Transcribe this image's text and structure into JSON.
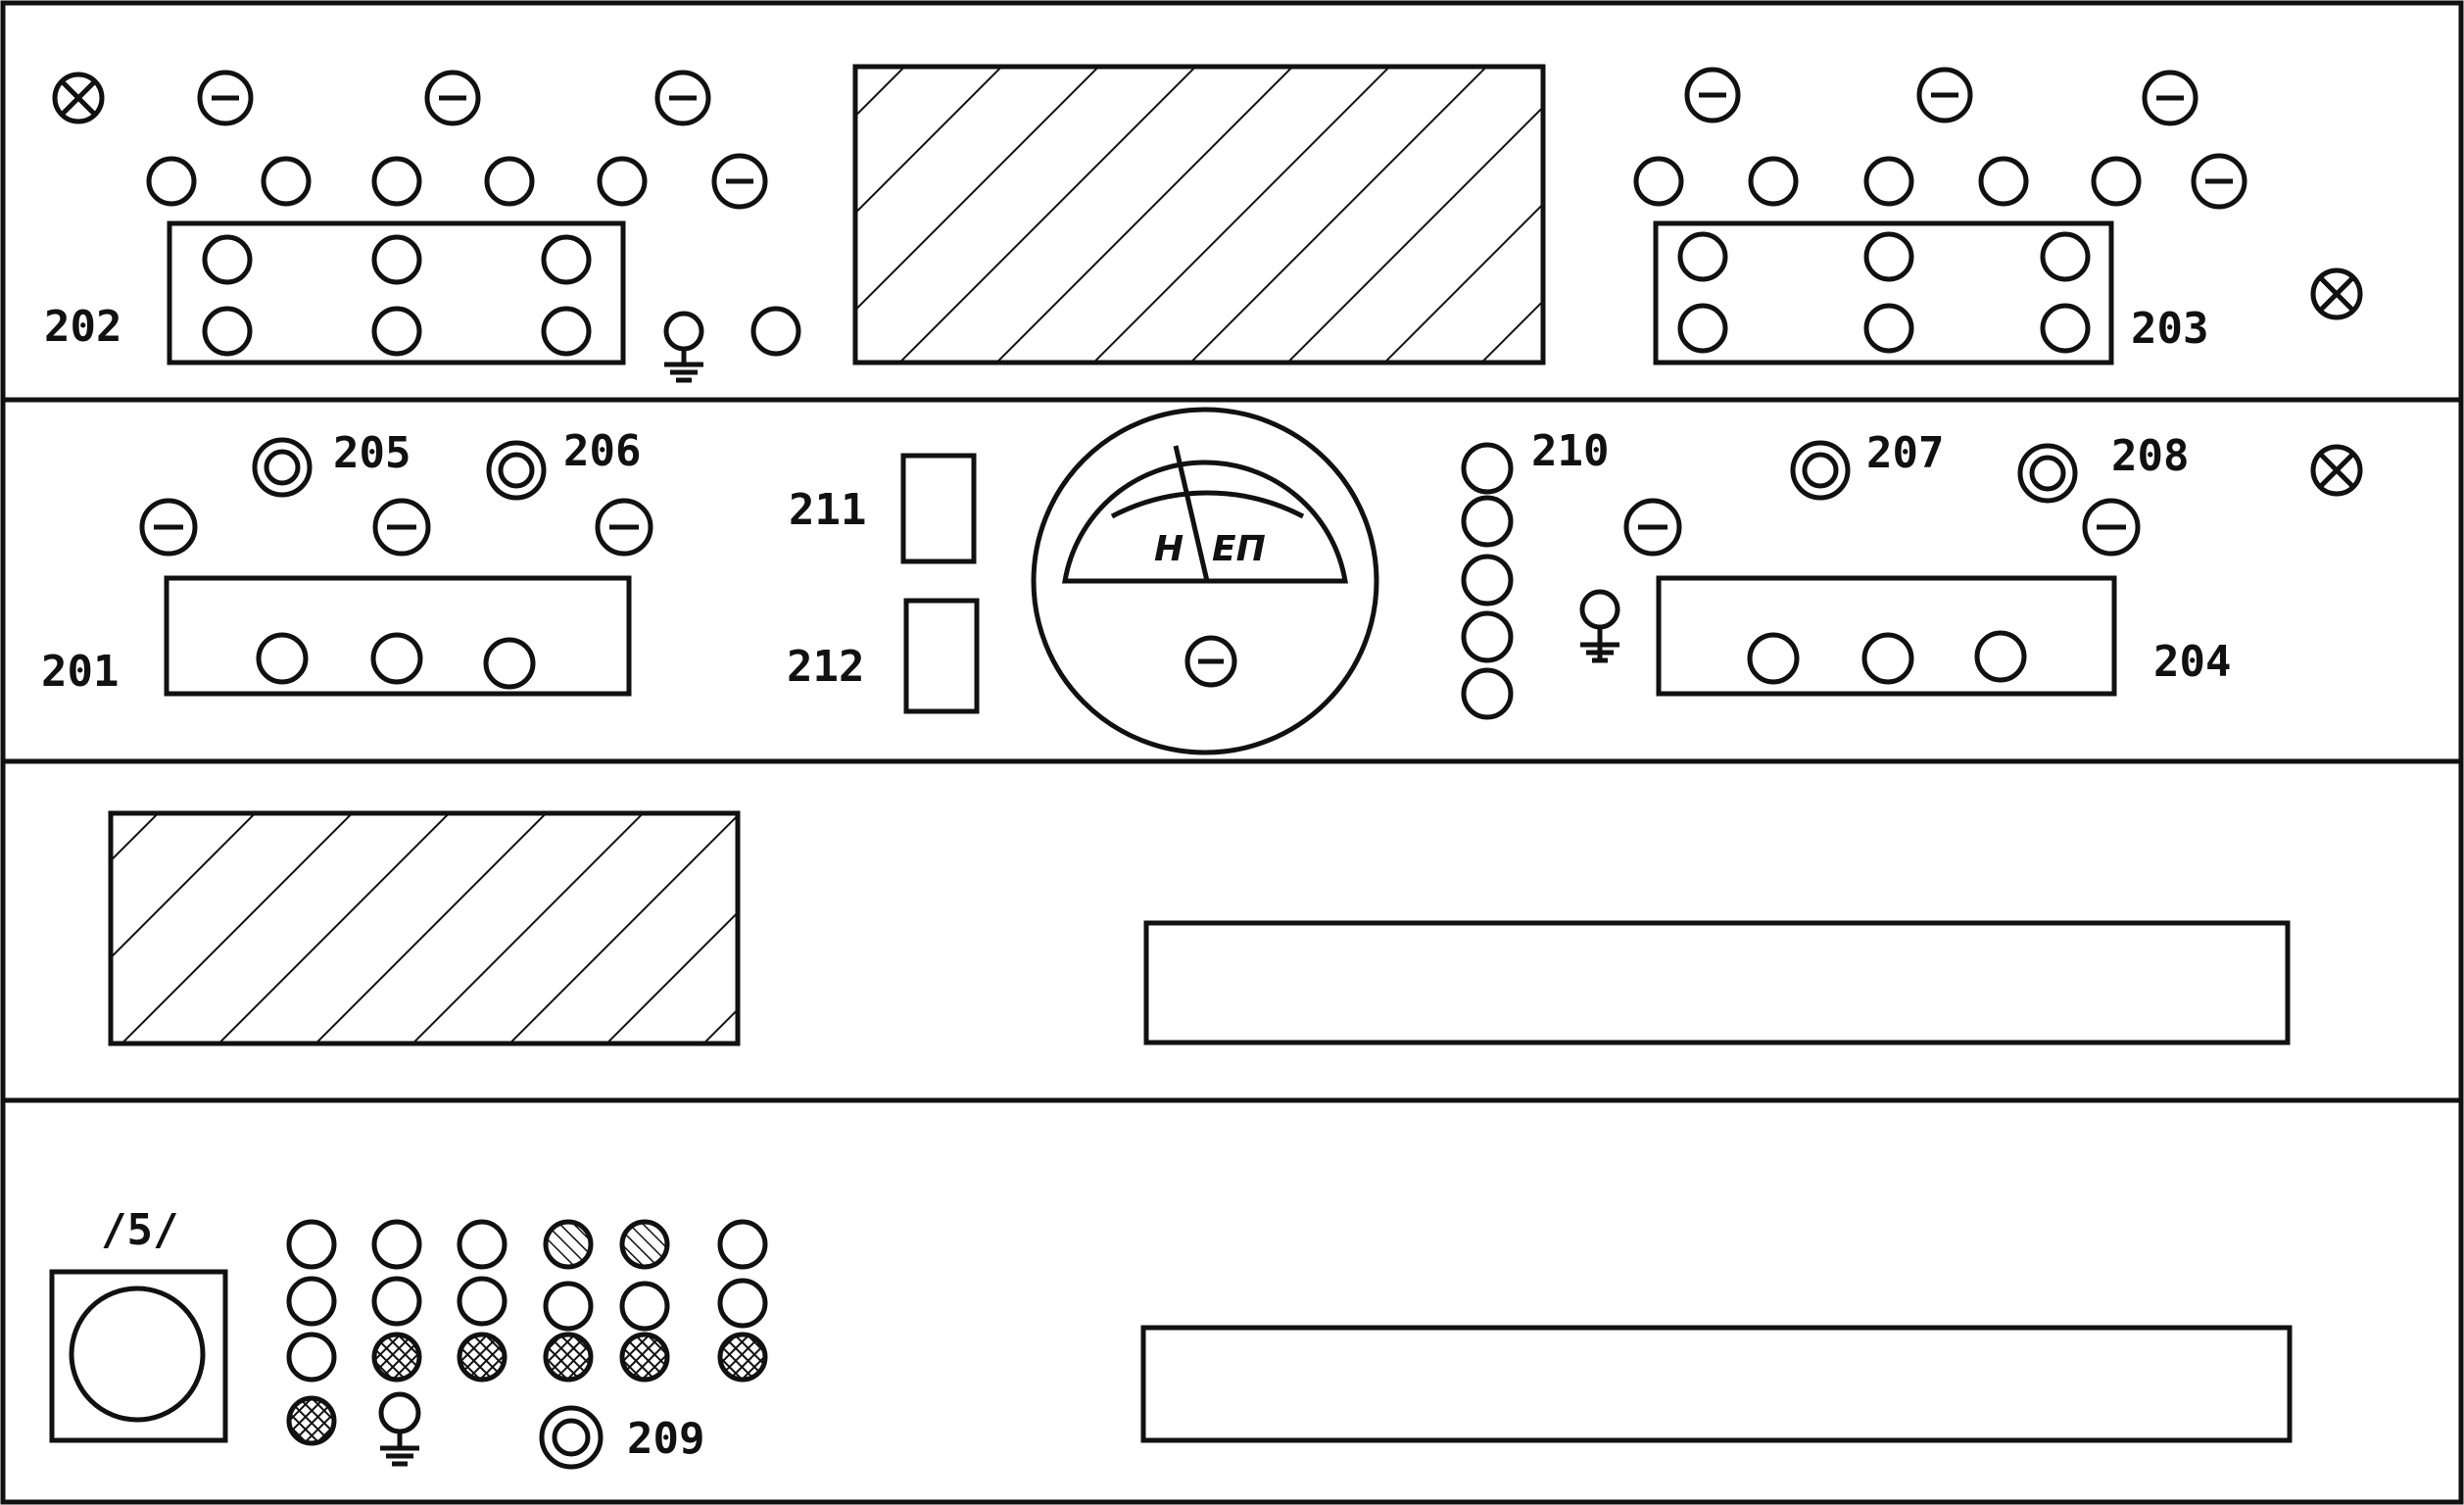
{
  "labels": {
    "l202": "202",
    "l203": "203",
    "l205": "205",
    "l206": "206",
    "l201": "201",
    "l211": "211",
    "l212": "212",
    "l210": "210",
    "l207": "207",
    "l208": "208",
    "l204": "204",
    "l15": "/5/",
    "l209": "209"
  },
  "meter": {
    "left_mark": "Н",
    "right_mark": "ЕП"
  },
  "icons": [
    "lamp-icon",
    "knob-icon",
    "socket-icon",
    "coax-jack-icon",
    "ground-icon",
    "hatched-panel",
    "indicator-icon"
  ]
}
